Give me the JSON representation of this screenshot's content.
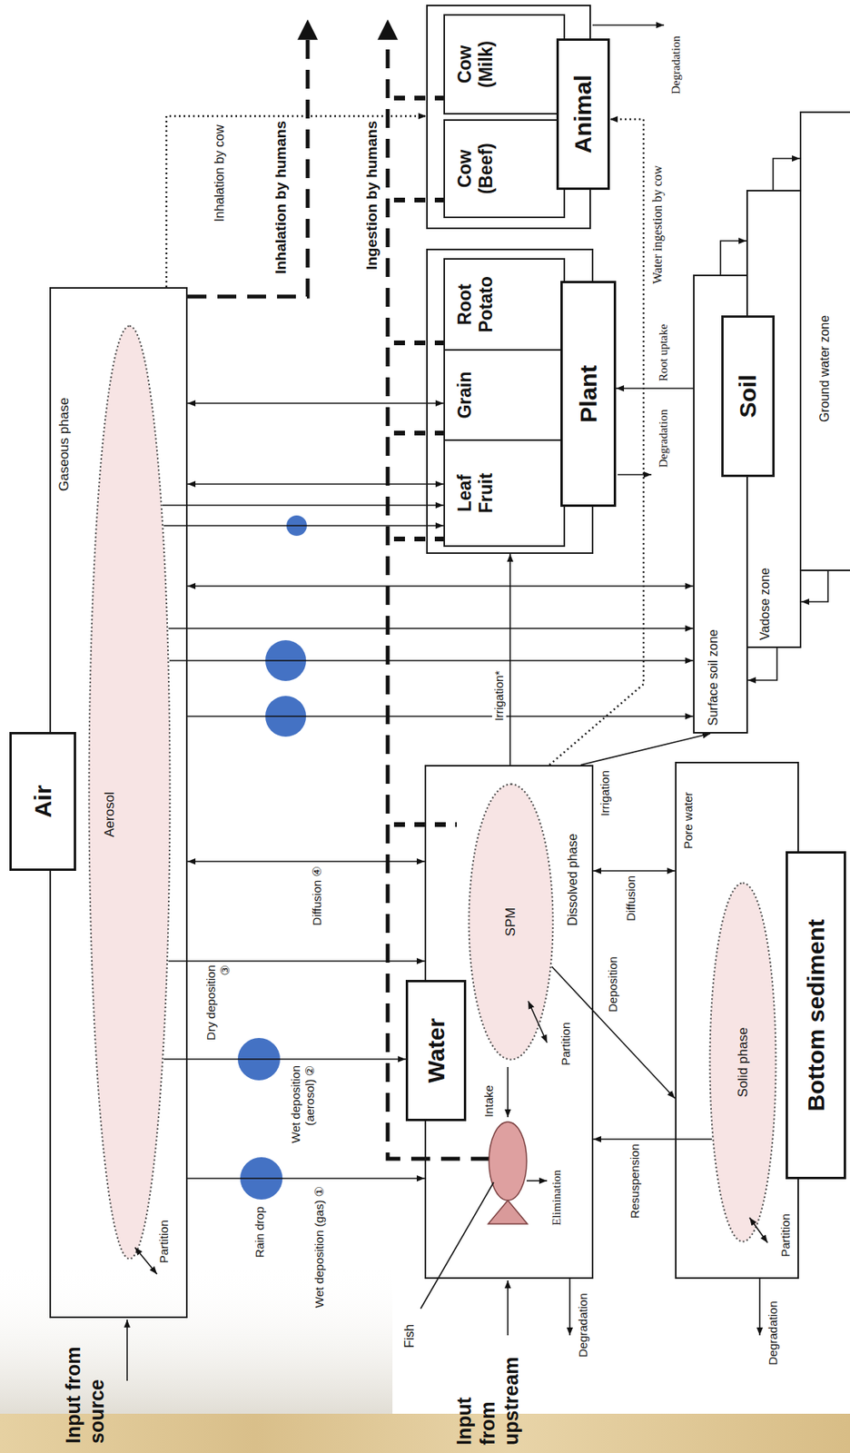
{
  "diagram": {
    "nodes": [
      {
        "text": [
          "Air",
          "Gaseous phase"
        ]
      },
      {
        "text": [
          "Aerosol"
        ],
        "in": 0
      },
      {
        "text": [
          "Water",
          "Dissolved phase"
        ]
      },
      {
        "text": [
          "SPM"
        ],
        "in": 2
      },
      {
        "text": [
          "Bottom sediment",
          "Pore water"
        ]
      },
      {
        "text": [
          "Solid phase"
        ],
        "in": 4
      },
      {
        "text": [
          "Plant"
        ]
      },
      {
        "text": [
          "Leaf Fruit"
        ],
        "in": 6
      },
      {
        "text": [
          "Grain"
        ],
        "in": 6
      },
      {
        "text": [
          "Root Potato"
        ],
        "in": 6
      },
      {
        "text": [
          "Animal"
        ]
      },
      {
        "text": [
          "Cow (Beef)"
        ],
        "in": 10
      },
      {
        "text": [
          "Cow (Milk)"
        ],
        "in": 10
      },
      {
        "text": [
          "Soil"
        ]
      },
      {
        "text": [
          "Surface soil zone"
        ]
      },
      {
        "text": [
          "Vadose zone"
        ]
      },
      {
        "text": [
          "Ground water zone"
        ]
      }
    ],
    "edges": [
      {
        "from": 0,
        "to": 2,
        "label": "Wet deposition (gas) ①",
        "arrow": "to"
      },
      {
        "from": 1,
        "to": 2,
        "label": "Wet deposition (aerosol) ②",
        "arrow": "to"
      },
      {
        "from": 1,
        "to": 2,
        "label": "Dry deposition ③",
        "arrow": "to"
      },
      {
        "from": 0,
        "to": 2,
        "label": "Diffusion ④",
        "arrow": "both"
      },
      {
        "from": 0,
        "to": 7,
        "arrow": "both"
      },
      {
        "from": 1,
        "to": 7,
        "arrow": "to"
      },
      {
        "from": 1,
        "to": 7,
        "arrow": "to"
      },
      {
        "from": 0,
        "to": 8,
        "arrow": "both"
      },
      {
        "from": 0,
        "to": 14,
        "arrow": "both"
      },
      {
        "from": 1,
        "to": 14,
        "arrow": "to"
      },
      {
        "from": 1,
        "to": 14,
        "arrow": "to"
      },
      {
        "from": 0,
        "to": 14,
        "arrow": "to"
      },
      {
        "from": 0,
        "to": 10,
        "label": "Inhalation by cow",
        "arrow": "to"
      },
      {
        "from": 2,
        "to": 6,
        "label": "Irrigation*",
        "arrow": "to"
      },
      {
        "from": 2,
        "to": 14,
        "label": "Irrigation",
        "arrow": "to"
      },
      {
        "from": 2,
        "to": 10,
        "label": "Water ingestion by cow",
        "arrow": "to"
      },
      {
        "from": 2,
        "to": 4,
        "label": "Diffusion",
        "arrow": "both"
      },
      {
        "from": 3,
        "to": 4,
        "label": "Deposition",
        "arrow": "to"
      },
      {
        "from": 5,
        "to": 2,
        "label": "Resuspension",
        "arrow": "to"
      },
      {
        "from": 14,
        "to": 6,
        "label": "Root uptake",
        "arrow": "to"
      },
      {
        "from": 14,
        "to": 15,
        "arrow": "to"
      },
      {
        "from": 15,
        "to": 14,
        "arrow": "to"
      },
      {
        "from": 15,
        "to": 16,
        "arrow": "to"
      },
      {
        "from": 16,
        "to": 15,
        "arrow": "to"
      }
    ],
    "labels": [
      "Input from source",
      "Partition",
      "Rain drop",
      "Inhalation by humans",
      "Ingestion by humans",
      "Degradation",
      "Degradation",
      "Intake",
      "Elimination",
      "Partition",
      "Fish",
      "Input from upstream",
      "Degradation",
      "Partition",
      "Degradation"
    ]
  }
}
